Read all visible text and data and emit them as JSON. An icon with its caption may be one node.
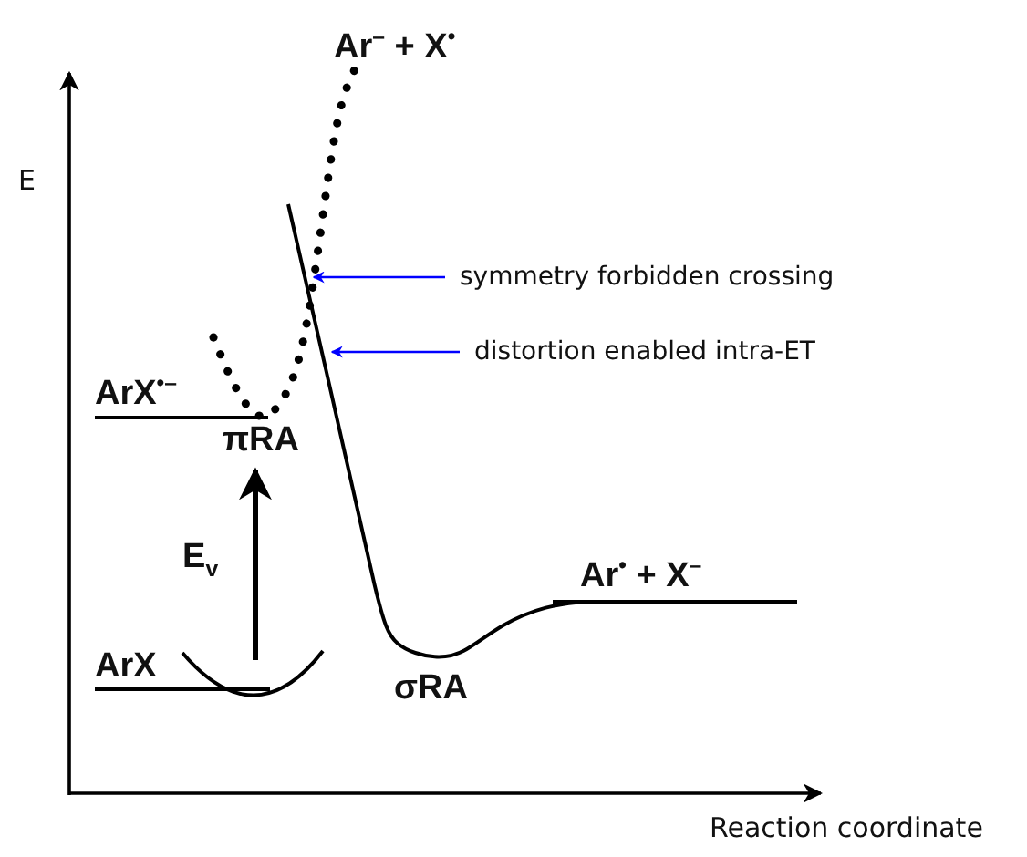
{
  "diagram": {
    "nodes": [
      {
        "text": [
          "symmetry forbidden crossing"
        ]
      },
      {
        "text": [
          "distortion enabled intra-ET"
        ]
      }
    ],
    "edges": [
      {
        "from": 0,
        "to": null,
        "arrow": "to"
      },
      {
        "from": 1,
        "to": null,
        "arrow": "to"
      }
    ],
    "labels": [
      "Ar$^{–}$ + X$^{•}$",
      "E",
      "ArX$^{•–}$",
      "πRA",
      "E$_{v}$",
      "Ar$^{•}$ + X$^{–}$",
      "ArX",
      "σRA",
      "Reaction coordinate"
    ]
  }
}
